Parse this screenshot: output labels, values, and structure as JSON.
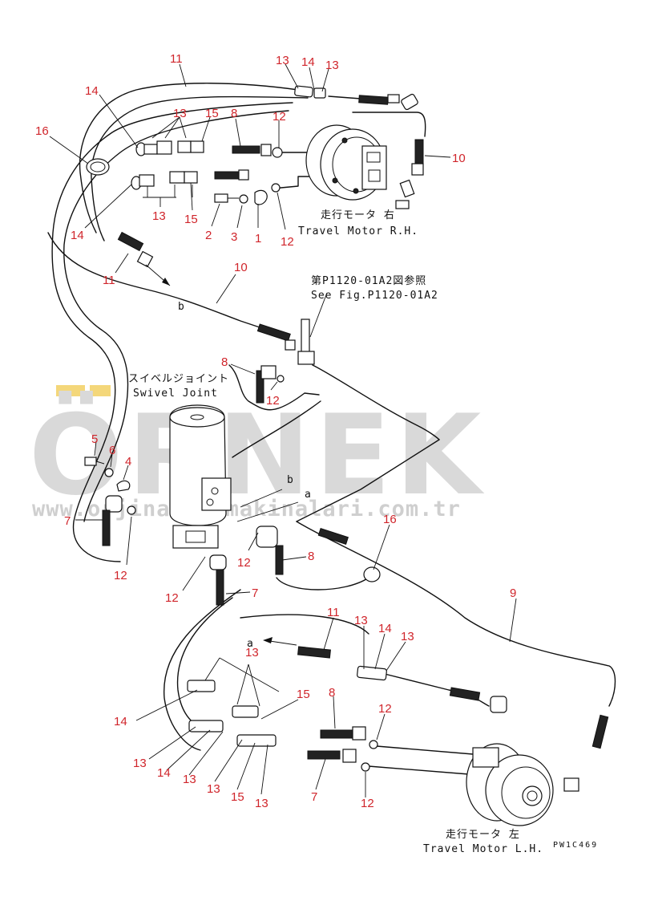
{
  "watermark": {
    "main": "ÖRNEK",
    "url": "www.orjinalkismakinalari.com.tr"
  },
  "notes": {
    "motor_rh_ja": "走行モータ 右",
    "motor_rh_en": "Travel Motor R.H.",
    "motor_lh_ja": "走行モータ 左",
    "motor_lh_en": "Travel Motor L.H.",
    "see_fig_ja": "第P1120-01A2図参照",
    "see_fig_en": "See Fig.P1120-01A2",
    "swivel_ja": "スイベルジョイント",
    "swivel_en": "Swivel Joint",
    "drawing_code": "PW1C469"
  },
  "connectors": {
    "a": "a",
    "b": "b"
  },
  "callouts": {
    "c11a": "11",
    "c13a": "13",
    "c14a": "14",
    "c13b": "13",
    "c14b": "14",
    "c13c": "13",
    "c15a": "15",
    "c8a": "8",
    "c12a": "12",
    "c16a": "16",
    "c10a": "10",
    "c14c": "14",
    "c13d": "13",
    "c15b": "15",
    "c2": "2",
    "c3": "3",
    "c1": "1",
    "c12b": "12",
    "c11b": "11",
    "c10b": "10",
    "c8b": "8",
    "c12c": "12",
    "c5": "5",
    "c6": "6",
    "c4": "4",
    "c7a": "7",
    "c12d": "12",
    "c12e": "12",
    "c12f": "12",
    "c7b": "7",
    "c16b": "16",
    "c8c": "8",
    "c9": "9",
    "c11c": "11",
    "c13e": "13",
    "c14d": "14",
    "c13f": "13",
    "c13g": "13",
    "c15c": "15",
    "c8d": "8",
    "c12g": "12",
    "c14e": "14",
    "c13h": "13",
    "c14f": "14",
    "c13i": "13",
    "c13j": "13",
    "c15d": "15",
    "c13k": "13",
    "c7c": "7",
    "c12h": "12"
  }
}
